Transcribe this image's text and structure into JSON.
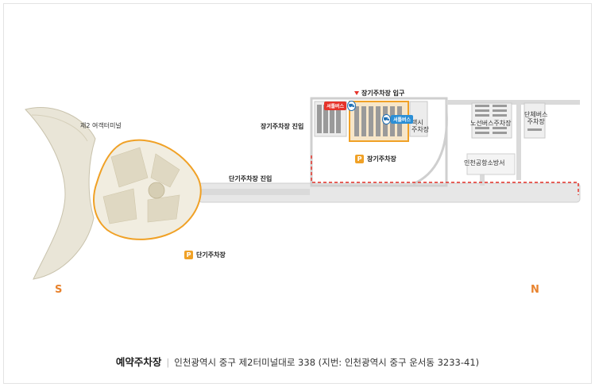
{
  "map": {
    "labels": {
      "terminal2": "제2 여객터미널",
      "long_term_entry": "장기주차장 진입",
      "long_term_gate": "장기주차장 입구",
      "short_term_entry": "단기주차장 진입",
      "taxi_parking": "택시\n주차장",
      "fire_station": "인천공항소방서",
      "route_bus_parking": "노선버스주차장",
      "group_bus_parking": "단체버스\n주차장"
    },
    "parking": {
      "long_term": {
        "letter": "P",
        "label": "장기주차장"
      },
      "short_term": {
        "letter": "P",
        "label": "단기주차장"
      }
    },
    "shuttles": [
      {
        "label": "셔틀버스",
        "color": "#e6332a"
      },
      {
        "label": "셔틀버스",
        "color": "#2b8fd6"
      }
    ],
    "compass": {
      "south": "S",
      "north": "N"
    },
    "colors": {
      "highlight": "#f0a126",
      "road": "#e6e6e6",
      "road_edge": "#cfcfcf",
      "route_dashed": "#e6332a",
      "terminal_fill": "#e9e5d7"
    }
  },
  "footer": {
    "title": "예약주차장",
    "address": "인천광역시 중구 제2터미널대로 338 (지번: 인천광역시 중구 운서동 3233-41)"
  }
}
